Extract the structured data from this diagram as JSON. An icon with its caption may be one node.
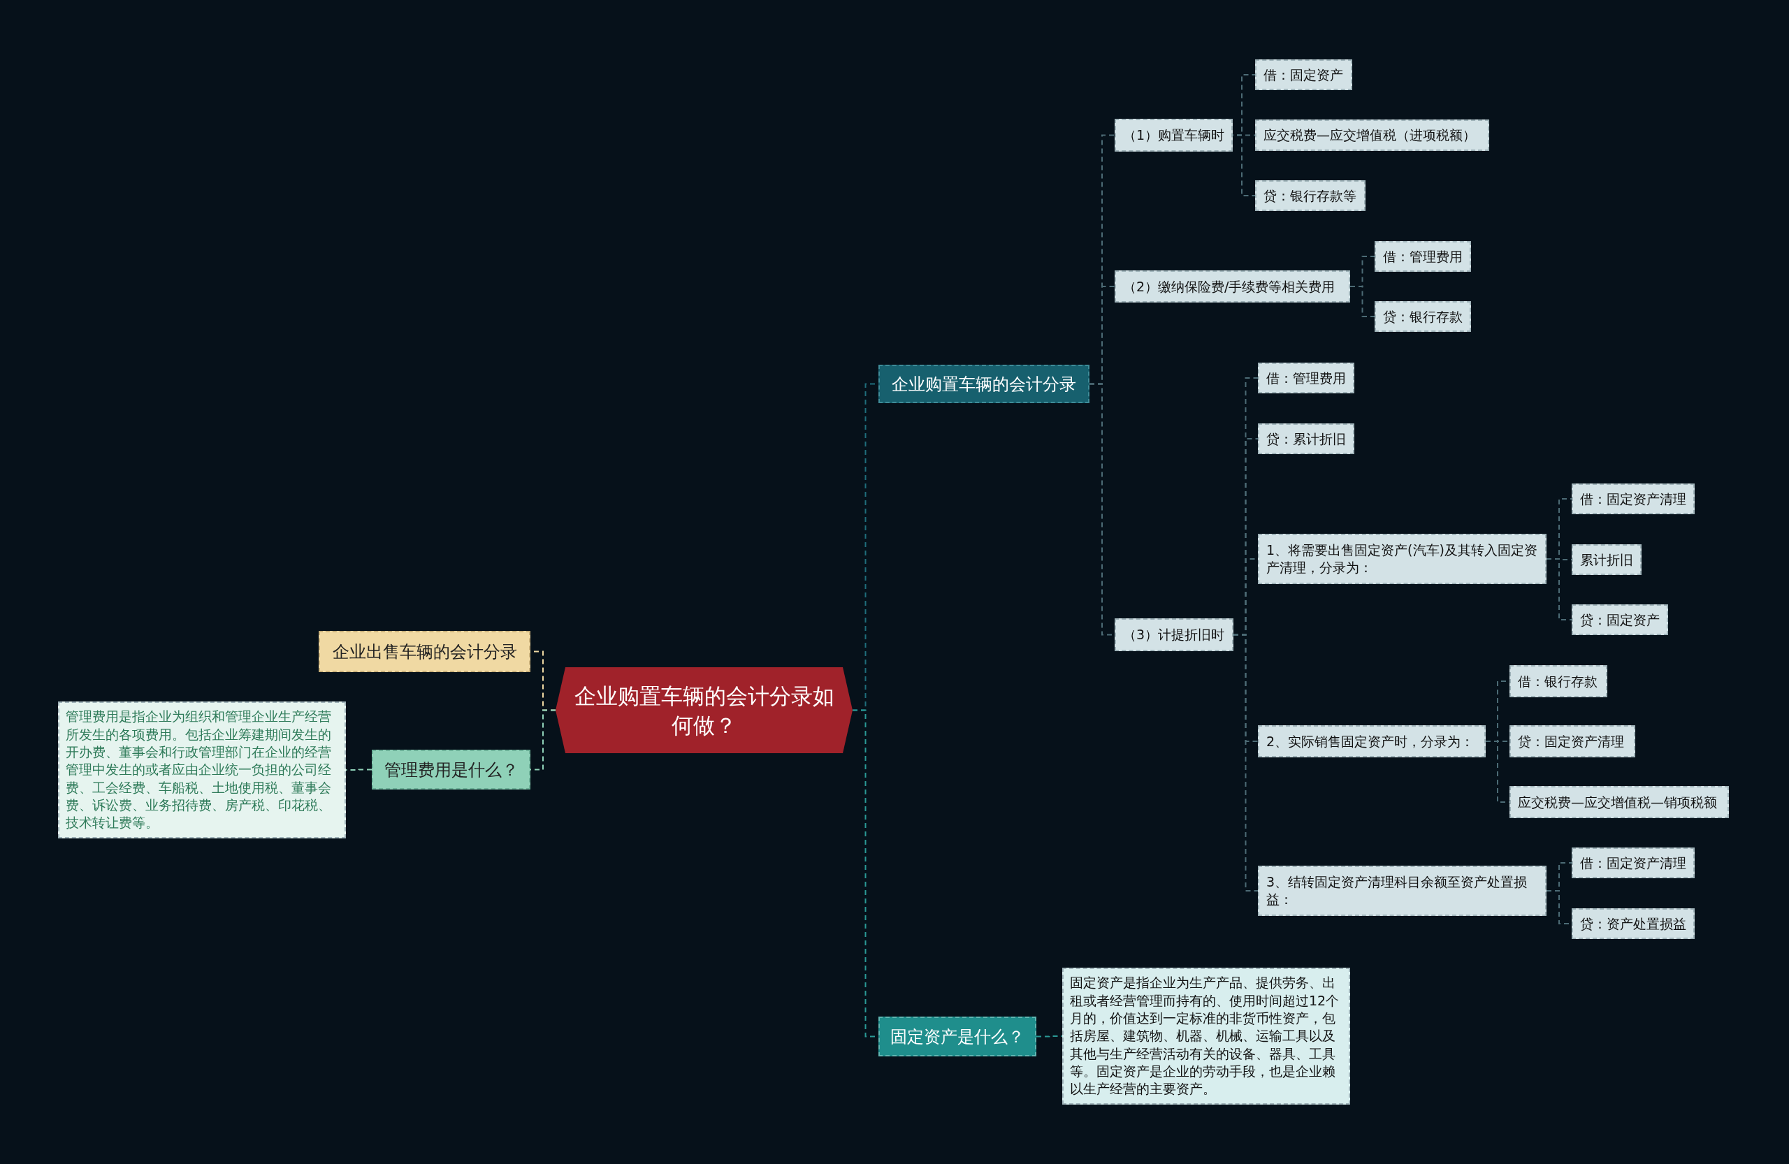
{
  "diagram": {
    "nodes": [
      {
        "text": [
          "企业购置车辆的会计分录如何做？"
        ]
      },
      {
        "text": [
          "企业购置车辆的会计分录"
        ]
      },
      {
        "text": [
          "（1）购置车辆时"
        ]
      },
      {
        "text": [
          "借：固定资产"
        ]
      },
      {
        "text": [
          "应交税费—应交增值税（进项税额）"
        ]
      },
      {
        "text": [
          "贷：银行存款等"
        ]
      },
      {
        "text": [
          "（2）缴纳保险费/手续费等相关费用"
        ]
      },
      {
        "text": [
          "借：管理费用"
        ]
      },
      {
        "text": [
          "贷：银行存款"
        ]
      },
      {
        "text": [
          "（3）计提折旧时"
        ]
      },
      {
        "text": [
          "借：管理费用"
        ]
      },
      {
        "text": [
          "贷：累计折旧"
        ]
      },
      {
        "text": [
          "1、将需要出售固定资产(汽车)及其转入固定资产清理，分录为："
        ]
      },
      {
        "text": [
          "借：固定资产清理"
        ]
      },
      {
        "text": [
          "累计折旧"
        ]
      },
      {
        "text": [
          "贷：固定资产"
        ]
      },
      {
        "text": [
          "2、实际销售固定资产时，分录为："
        ]
      },
      {
        "text": [
          "借：银行存款"
        ]
      },
      {
        "text": [
          "贷：固定资产清理"
        ]
      },
      {
        "text": [
          "应交税费—应交增值税—销项税额"
        ]
      },
      {
        "text": [
          "3、结转固定资产清理科目余额至资产处置损益："
        ]
      },
      {
        "text": [
          "借：固定资产清理"
        ]
      },
      {
        "text": [
          "贷：资产处置损益"
        ]
      },
      {
        "text": [
          "固定资产是什么？"
        ]
      },
      {
        "text": [
          "固定资产是指企业为生产产品、提供劳务、出租或者经营管理而持有的、使用时间超过12个月的，价值达到一定标准的非货币性资产，包括房屋、建筑物、机器、机械、运输工具以及其他与生产经营活动有关的设备、器具、工具等。固定资产是企业的劳动手段，也是企业赖以生产经营的主要资产。"
        ]
      },
      {
        "text": [
          "企业出售车辆的会计分录"
        ]
      },
      {
        "text": [
          "管理费用是什么？"
        ]
      },
      {
        "text": [
          "管理费用是指企业为组织和管理企业生产经营所发生的各项费用。包括企业筹建期间发生的开办费、董事会和行政管理部门在企业的经营管理中发生的或者应由企业统一负担的公司经费、工会经费、车船税、土地使用税、董事会费、诉讼费、业务招待费、房产税、印花税、技术转让费等。"
        ]
      }
    ],
    "edges": [
      {
        "from": 0,
        "to": 1,
        "arrow": "none",
        "color": "#1f6e7c"
      },
      {
        "from": 0,
        "to": 23,
        "arrow": "none",
        "color": "#2a9a96"
      },
      {
        "from": 0,
        "to": 25,
        "arrow": "none",
        "color": "#efd9a3"
      },
      {
        "from": 0,
        "to": 26,
        "arrow": "none",
        "color": "#8fd1b8"
      },
      {
        "from": 1,
        "to": 2,
        "arrow": "none"
      },
      {
        "from": 1,
        "to": 6,
        "arrow": "none"
      },
      {
        "from": 1,
        "to": 9,
        "arrow": "none"
      },
      {
        "from": 2,
        "to": 3,
        "arrow": "none"
      },
      {
        "from": 2,
        "to": 4,
        "arrow": "none"
      },
      {
        "from": 2,
        "to": 5,
        "arrow": "none"
      },
      {
        "from": 6,
        "to": 7,
        "arrow": "none"
      },
      {
        "from": 6,
        "to": 8,
        "arrow": "none"
      },
      {
        "from": 9,
        "to": 10,
        "arrow": "none"
      },
      {
        "from": 9,
        "to": 11,
        "arrow": "none"
      },
      {
        "from": 9,
        "to": 12,
        "arrow": "none"
      },
      {
        "from": 9,
        "to": 16,
        "arrow": "none"
      },
      {
        "from": 9,
        "to": 20,
        "arrow": "none"
      },
      {
        "from": 12,
        "to": 13,
        "arrow": "none"
      },
      {
        "from": 12,
        "to": 14,
        "arrow": "none"
      },
      {
        "from": 12,
        "to": 15,
        "arrow": "none"
      },
      {
        "from": 16,
        "to": 17,
        "arrow": "none"
      },
      {
        "from": 16,
        "to": 18,
        "arrow": "none"
      },
      {
        "from": 16,
        "to": 19,
        "arrow": "none"
      },
      {
        "from": 20,
        "to": 21,
        "arrow": "none"
      },
      {
        "from": 20,
        "to": 22,
        "arrow": "none"
      },
      {
        "from": 23,
        "to": 24,
        "arrow": "none",
        "color": "#2a9a96"
      },
      {
        "from": 26,
        "to": 27,
        "arrow": "none",
        "color": "#8fd1b8"
      }
    ]
  }
}
